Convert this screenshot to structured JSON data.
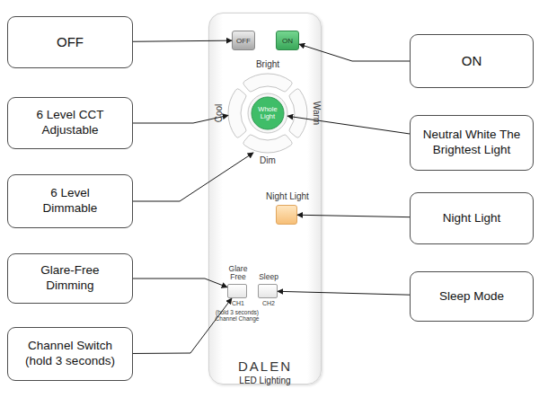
{
  "diagram": {
    "nodes": [
      {
        "text": [
          "OFF"
        ]
      },
      {
        "text": [
          "6 Level CCT Adjustable"
        ]
      },
      {
        "text": [
          "6 Level Dimmable"
        ]
      },
      {
        "text": [
          "Glare-Free Dimming"
        ]
      },
      {
        "text": [
          "Channel Switch (hold 3 seconds)"
        ]
      },
      {
        "text": [
          "DALEN",
          "LED Lighting"
        ]
      },
      {
        "text": [
          "OFF"
        ],
        "in": 5
      },
      {
        "text": [
          "ON"
        ],
        "in": 5
      },
      {
        "text": [
          "Bright"
        ],
        "in": 5
      },
      {
        "text": [
          "Cool"
        ],
        "in": 5
      },
      {
        "text": [
          "Whole Light"
        ],
        "in": 5
      },
      {
        "text": [
          "Warm"
        ],
        "in": 5
      },
      {
        "text": [
          "Dim"
        ],
        "in": 5
      },
      {
        "text": [
          "Night Light"
        ],
        "in": 5
      },
      {
        "text": [
          "Glare Free",
          "CH1"
        ],
        "in": 5
      },
      {
        "text": [
          "Sleep",
          "CH2"
        ],
        "in": 5
      },
      {
        "text": [
          "ON"
        ]
      },
      {
        "text": [
          "Neutral White The Brightest Light"
        ]
      },
      {
        "text": [
          "Night Light"
        ]
      },
      {
        "text": [
          "Sleep Mode"
        ]
      }
    ],
    "edges": [
      {
        "from": 0,
        "to": 6,
        "arrow": "to"
      },
      {
        "from": 1,
        "to": 9,
        "arrow": "to"
      },
      {
        "from": 2,
        "to": 12,
        "arrow": "to"
      },
      {
        "from": 3,
        "to": 14,
        "arrow": "to"
      },
      {
        "from": 4,
        "to": 14,
        "arrow": "to"
      },
      {
        "from": 16,
        "to": 7,
        "arrow": "to"
      },
      {
        "from": 17,
        "to": 10,
        "arrow": "to"
      },
      {
        "from": 18,
        "to": 13,
        "arrow": "to"
      },
      {
        "from": 19,
        "to": 15,
        "arrow": "to"
      }
    ],
    "labels": [
      "(hold 3 seconds) Channel Change"
    ]
  }
}
